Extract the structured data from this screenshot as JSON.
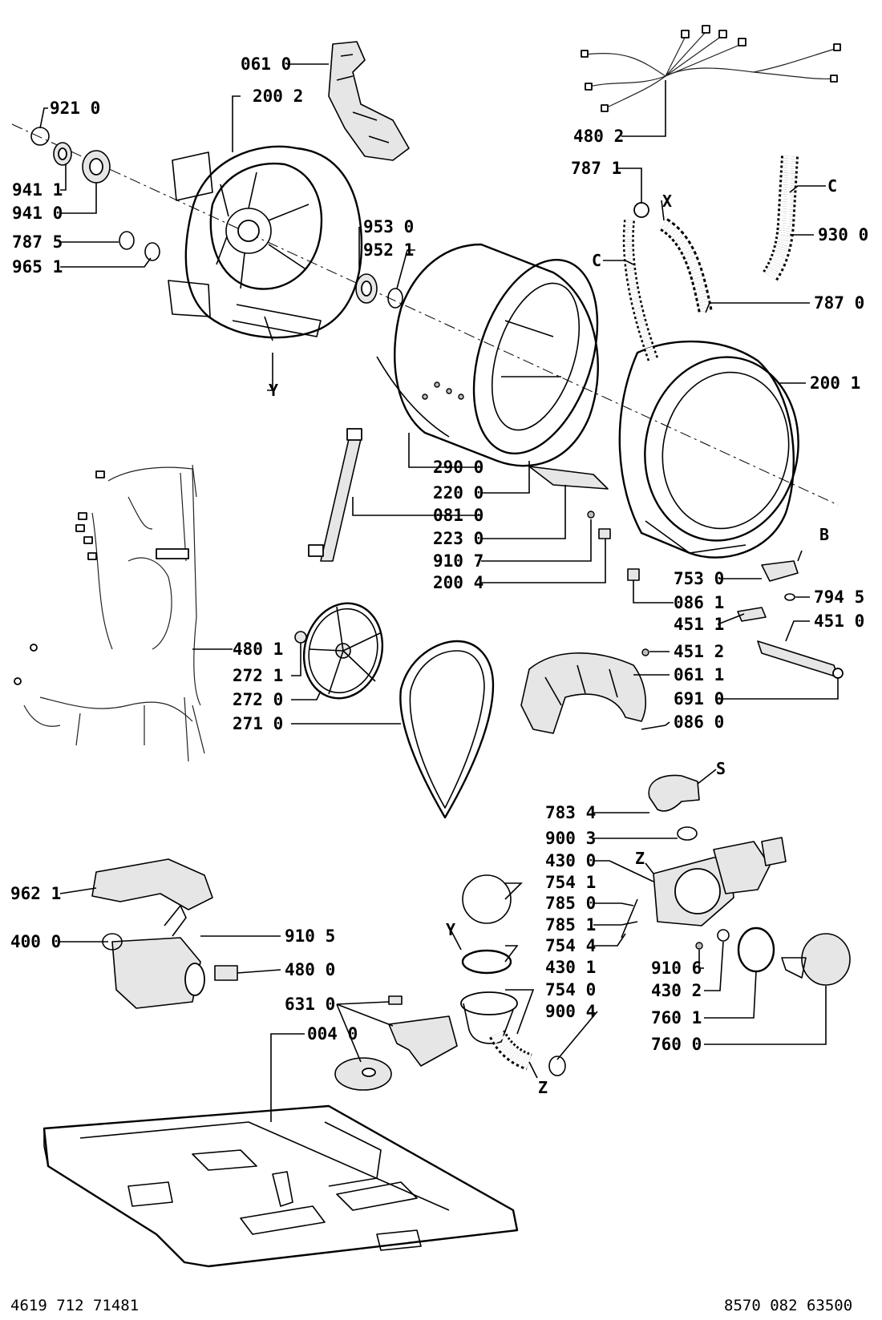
{
  "labels": {
    "l061_0": "061 0",
    "l200_2": "200 2",
    "l921_0": "921 0",
    "l941_1": "941 1",
    "l941_0": "941 0",
    "l787_5": "787 5",
    "l965_1": "965 1",
    "l953_0": "953 0",
    "l952_1": "952 1",
    "lY_top": "Y",
    "l480_2": "480 2",
    "l787_1": "787 1",
    "lX": "X",
    "lC_right": "C",
    "l930_0": "930 0",
    "lC_left": "C",
    "l787_0": "787 0",
    "l200_1": "200 1",
    "l290_0": "290 0",
    "l220_0": "220 0",
    "l081_0": "081 0",
    "l223_0": "223 0",
    "l910_7": "910 7",
    "l200_4": "200 4",
    "lB": "B",
    "l753_0": "753 0",
    "l794_5": "794 5",
    "l086_1": "086 1",
    "l451_1": "451 1",
    "l451_0": "451 0",
    "l451_2": "451 2",
    "l480_1": "480 1",
    "l272_1": "272 1",
    "l272_0": "272 0",
    "l271_0": "271 0",
    "l061_1": "061 1",
    "l691_0": "691 0",
    "l086_0": "086 0",
    "lS": "S",
    "l783_4": "783 4",
    "l900_3": "900 3",
    "l430_0": "430 0",
    "lZ_top": "Z",
    "l754_1": "754 1",
    "l785_0": "785 0",
    "lY_bottom": "Y",
    "l785_1": "785 1",
    "l754_4": "754 4",
    "l430_1": "430 1",
    "l910_6": "910 6",
    "l430_2": "430 2",
    "l754_0": "754 0",
    "l900_4": "900 4",
    "l760_1": "760 1",
    "l760_0": "760 0",
    "lZ_bottom": "Z",
    "l962_1": "962 1",
    "l910_5": "910 5",
    "l400_0": "400 0",
    "l480_0": "480 0",
    "l631_0": "631 0",
    "l004_0": "004 0"
  },
  "footer": {
    "left_code": "4619 712 71481",
    "right_code": "8570 082 63500"
  }
}
